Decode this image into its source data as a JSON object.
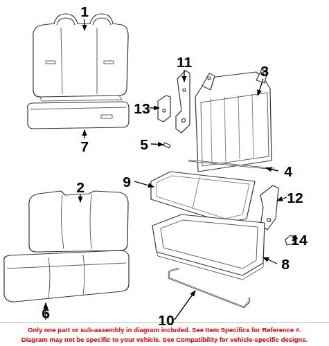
{
  "diagram": {
    "labels": [
      "1",
      "2",
      "3",
      "4",
      "5",
      "6",
      "7",
      "8",
      "9",
      "10",
      "11",
      "12",
      "13",
      "14",
      "Only one part or sub-assembly in diagram included. See Item Specifics for Reference #.",
      "Diagram may not be specific to your vehicle. See Compatibility for vehicle-specific designs."
    ]
  }
}
